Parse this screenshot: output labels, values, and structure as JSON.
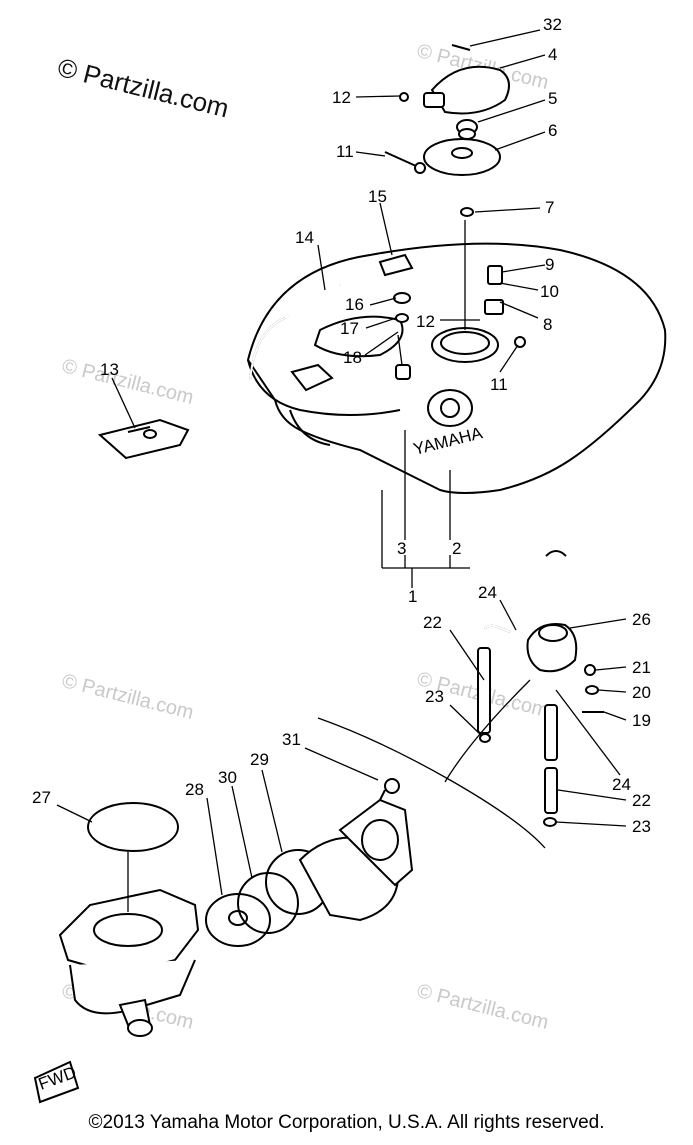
{
  "watermark_main": "© Partzilla.com",
  "watermark_faint": "© Partzilla.com",
  "brand_text": "YAMAHA",
  "fwd_label": "FWD",
  "copyright": "©2013 Yamaha Motor Corporation, U.S.A. All rights reserved.",
  "callouts": {
    "c1": "1",
    "c2": "2",
    "c3": "3",
    "c4": "4",
    "c5": "5",
    "c6": "6",
    "c7": "7",
    "c8": "8",
    "c9": "9",
    "c10": "10",
    "c11a": "11",
    "c11b": "11",
    "c12a": "12",
    "c12b": "12",
    "c13": "13",
    "c14": "14",
    "c15": "15",
    "c16": "16",
    "c17": "17",
    "c18": "18",
    "c19": "19",
    "c20": "20",
    "c21": "21",
    "c22a": "22",
    "c22b": "22",
    "c23a": "23",
    "c23b": "23",
    "c24a": "24",
    "c24b": "24",
    "c26": "26",
    "c27": "27",
    "c28": "28",
    "c29": "29",
    "c30": "30",
    "c31": "31",
    "c32": "32"
  }
}
